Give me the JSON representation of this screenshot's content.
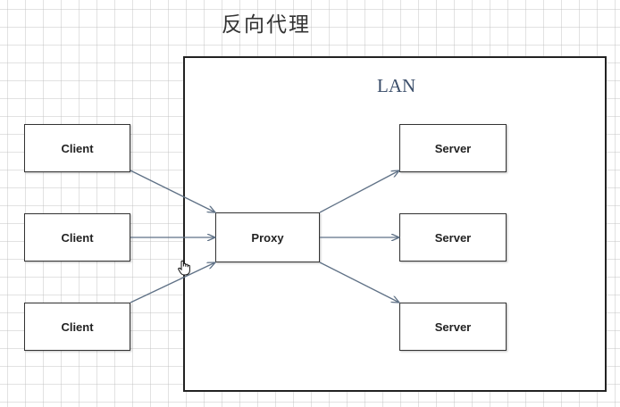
{
  "title": "反向代理",
  "lan_label": "LAN",
  "clients": [
    {
      "label": "Client"
    },
    {
      "label": "Client"
    },
    {
      "label": "Client"
    }
  ],
  "proxy": {
    "label": "Proxy"
  },
  "servers": [
    {
      "label": "Server"
    },
    {
      "label": "Server"
    },
    {
      "label": "Server"
    }
  ],
  "colors": {
    "arrow": "#5f7186",
    "border": "#333333",
    "lan_label": "#3c4f6b"
  },
  "cursor_icon": "hand-pointer-icon"
}
